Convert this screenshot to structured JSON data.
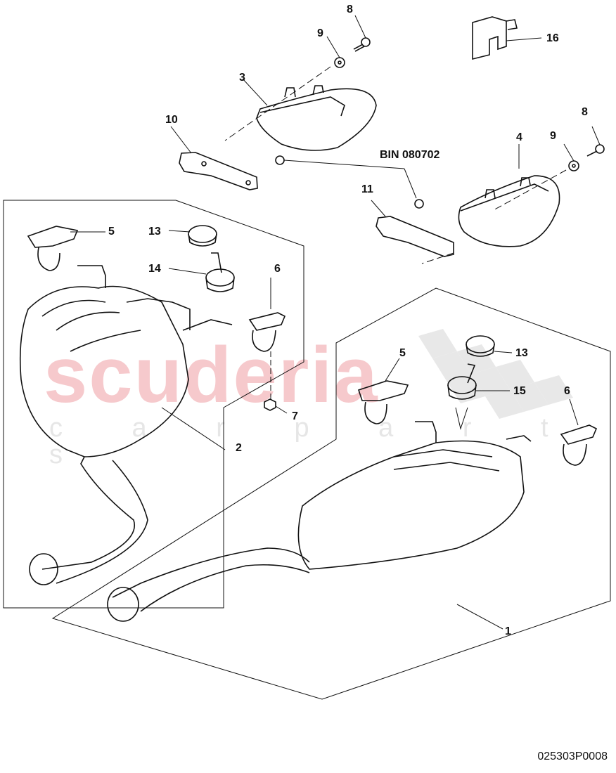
{
  "diagram": {
    "type": "exploded parts diagram",
    "subject": "Rear exhaust silencers with tailpipe trims and mounts",
    "reference_number": "025303P0008",
    "note": "BIN 080702",
    "watermark": {
      "brand": "scuderia",
      "subtitle": "c a r  p a r t s"
    },
    "callouts": [
      {
        "id": "8a",
        "label": "8"
      },
      {
        "id": "9a",
        "label": "9"
      },
      {
        "id": "16",
        "label": "16"
      },
      {
        "id": "3",
        "label": "3"
      },
      {
        "id": "10",
        "label": "10"
      },
      {
        "id": "bin",
        "label": "BIN 080702"
      },
      {
        "id": "4",
        "label": "4"
      },
      {
        "id": "8b",
        "label": "8"
      },
      {
        "id": "9b",
        "label": "9"
      },
      {
        "id": "11",
        "label": "11"
      },
      {
        "id": "5a",
        "label": "5"
      },
      {
        "id": "13a",
        "label": "13"
      },
      {
        "id": "14",
        "label": "14"
      },
      {
        "id": "6a",
        "label": "6"
      },
      {
        "id": "7",
        "label": "7"
      },
      {
        "id": "2",
        "label": "2"
      },
      {
        "id": "13b",
        "label": "13"
      },
      {
        "id": "5b",
        "label": "5"
      },
      {
        "id": "15",
        "label": "15"
      },
      {
        "id": "6b",
        "label": "6"
      },
      {
        "id": "1",
        "label": "1"
      }
    ]
  }
}
